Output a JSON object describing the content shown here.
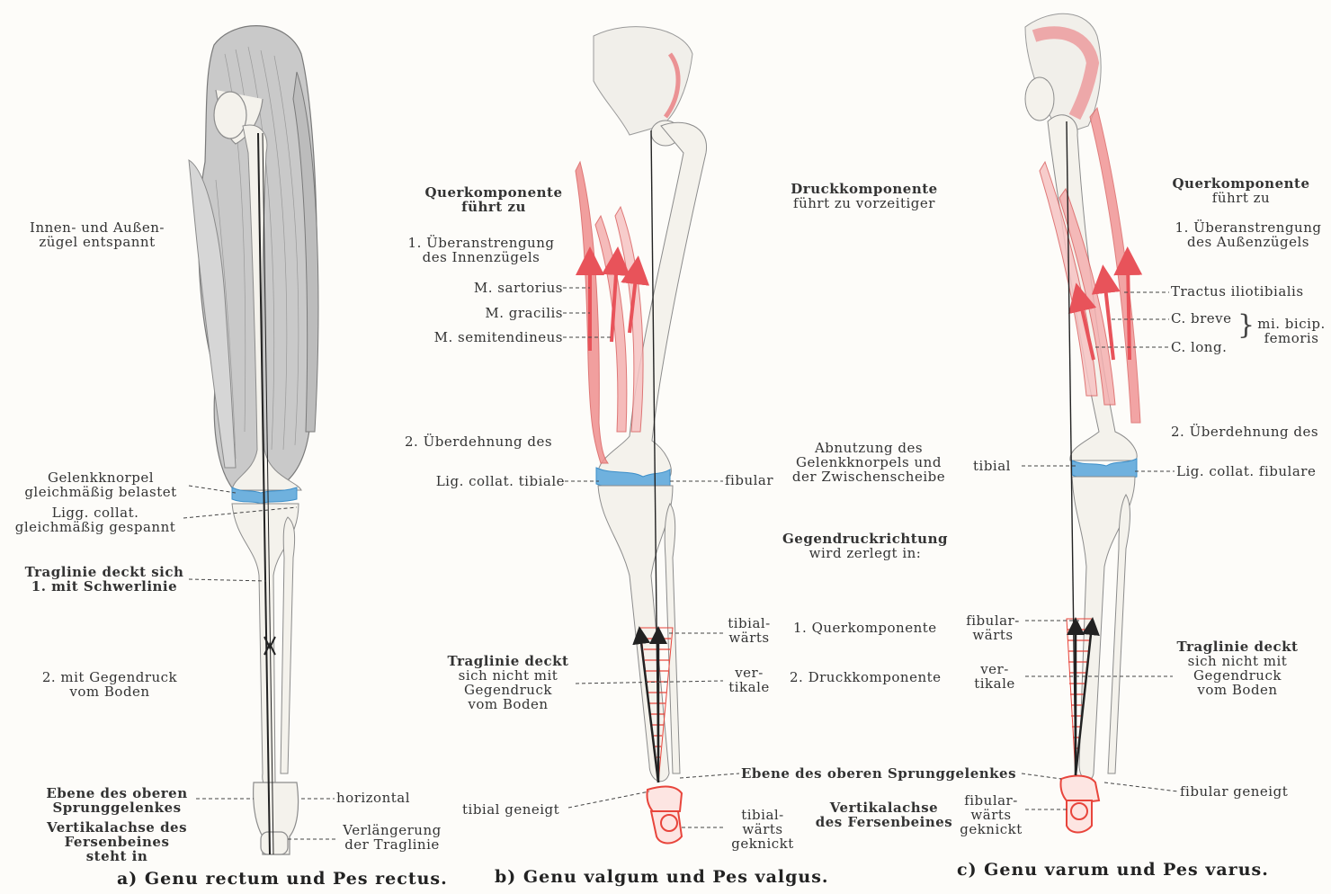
{
  "colors": {
    "bone_fill": "#f4f2ec",
    "bone_stroke": "#8c8c8c",
    "muscle_grey": "#bdbdbd",
    "muscle_red": "#e8535a",
    "cartilage_blue": "#3d8fc9",
    "foot_red": "#e8453c",
    "line": "#222222"
  },
  "captions": {
    "a": "a) Genu rectum und Pes rectus.",
    "b": "b) Genu valgum und Pes valgus.",
    "c": "c) Genu varum und Pes varus."
  },
  "panel_a": {
    "innen_aussen": [
      "Innen- und Außen-",
      "zügel entspannt"
    ],
    "gelenkknorpel": [
      "Gelenkknorpel",
      "gleichmäßig belastet"
    ],
    "ligg": [
      "Ligg. collat.",
      "gleichmäßig gespannt"
    ],
    "traglinie": [
      "Traglinie deckt sich",
      "1. mit Schwerlinie"
    ],
    "gegendruck": [
      "2. mit Gegendruck",
      "vom Boden"
    ],
    "ebene": [
      "Ebene des oberen",
      "Sprunggelenkes"
    ],
    "horizontal": "horizontal",
    "vertikalachse": [
      "Vertikalachse des",
      "Fersenbeines",
      "steht in"
    ],
    "verlaengerung": [
      "Verlängerung",
      "der Traglinie"
    ]
  },
  "panel_b": {
    "querkomponente": [
      "Querkomponente",
      "führt zu"
    ],
    "ueberanstrengung": [
      "1. Überanstrengung",
      "des Innenzügels"
    ],
    "sartorius": "M. sartorius",
    "gracilis": "M. gracilis",
    "semitendineus": "M. semitendineus",
    "ueberdehnung": "2. Überdehnung des",
    "lig_tibiale": "Lig. collat. tibiale",
    "fibular": "fibular",
    "tibialwaerts": [
      "tibial-",
      "wärts"
    ],
    "vertikale": [
      "ver-",
      "tikale"
    ],
    "traglinie": [
      "Traglinie deckt",
      "sich nicht mit",
      "Gegendruck",
      "vom Boden"
    ],
    "tibial_geneigt": "tibial geneigt",
    "tibialwaerts_geknickt": [
      "tibial-",
      "wärts",
      "geknickt"
    ]
  },
  "middle": {
    "druckkomponente": [
      "Druckkomponente",
      "führt zu vorzeitiger"
    ],
    "abnutzung": [
      "Abnutzung des",
      "Gelenkknorpels und",
      "der Zwischenscheibe"
    ],
    "gegendruckrichtung": [
      "Gegendruckrichtung",
      "wird zerlegt in:"
    ],
    "querkomponente": "1. Querkomponente",
    "druckkomponente2": "2. Druckkomponente",
    "ebene": "Ebene des oberen Sprunggelenkes",
    "vertikalachse": [
      "Vertikalachse",
      "des Fersenbeines"
    ]
  },
  "panel_c": {
    "querkomponente": [
      "Querkomponente",
      "führt zu"
    ],
    "ueberanstrengung": [
      "1. Überanstrengung",
      "des Außenzügels"
    ],
    "tractus": "Tractus iliotibialis",
    "c_breve": "C. breve",
    "c_long": "C. long.",
    "mi_bicip": [
      "mi. bicip.",
      "femoris"
    ],
    "ueberdehnung": "2. Überdehnung des",
    "tibial": "tibial",
    "lig_fibulare": "Lig. collat. fibulare",
    "fibularwaerts": [
      "fibular-",
      "wärts"
    ],
    "vertikale": [
      "ver-",
      "tikale"
    ],
    "traglinie": [
      "Traglinie deckt",
      "sich nicht mit",
      "Gegendruck",
      "vom Boden"
    ],
    "fibular_geneigt": "fibular geneigt",
    "fibularwaerts_geknickt": [
      "fibular-",
      "wärts",
      "geknickt"
    ]
  }
}
